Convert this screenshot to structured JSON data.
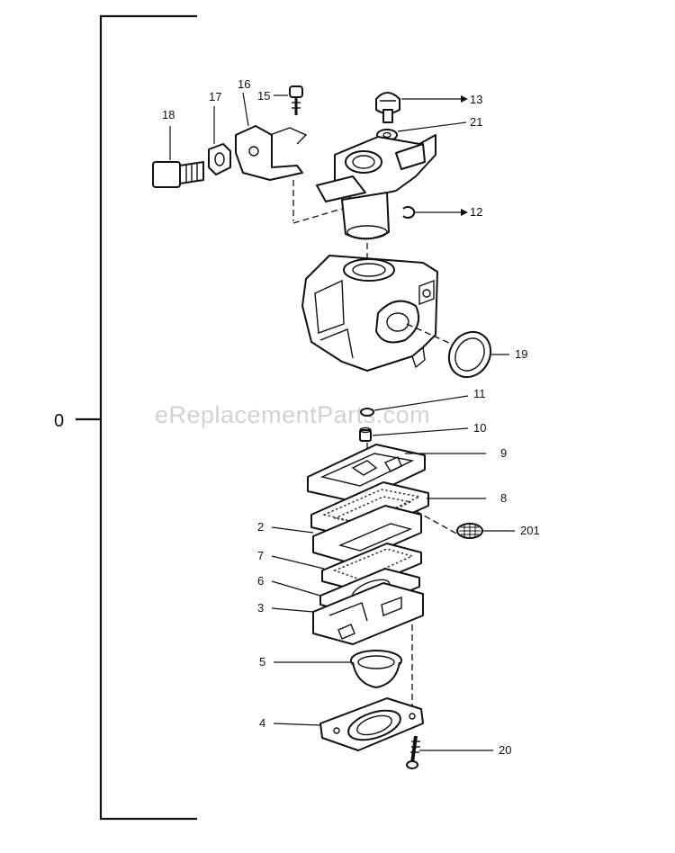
{
  "assembly": {
    "label": "0"
  },
  "watermark": "eReplacementParts.com",
  "parts": {
    "p18": "18",
    "p17": "17",
    "p16": "16",
    "p15": "15",
    "p13": "13",
    "p21": "21",
    "p12": "12",
    "p19": "19",
    "p11": "11",
    "p10": "10",
    "p9": "9",
    "p8": "8",
    "p201": "201",
    "p2": "2",
    "p7": "7",
    "p6": "6",
    "p3": "3",
    "p5": "5",
    "p4": "4",
    "p20": "20"
  }
}
